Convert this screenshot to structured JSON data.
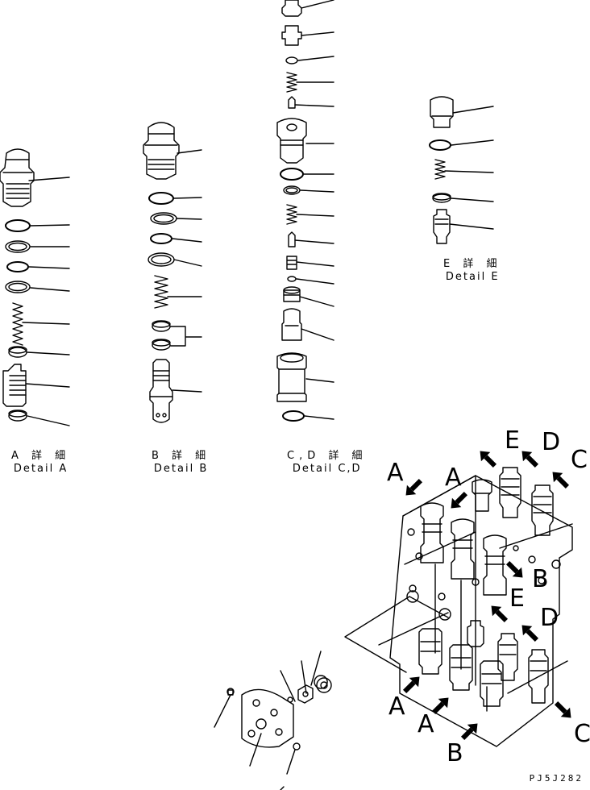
{
  "details": [
    {
      "id": "A",
      "jp": "A 詳 細",
      "en": "Detail A"
    },
    {
      "id": "B",
      "jp": "B 詳 細",
      "en": "Detail B"
    },
    {
      "id": "CD",
      "jp": "C,D 詳 細",
      "en": "Detail C,D"
    },
    {
      "id": "E",
      "jp": "E 詳 細",
      "en": "Detail E"
    }
  ],
  "callouts": [
    "A",
    "A",
    "E",
    "D",
    "C",
    "B",
    "E",
    "D",
    "A",
    "A",
    "B",
    "C"
  ],
  "drawing_code": "PJ5J282",
  "icons": [
    "valve-assembly-drawing",
    "leader-line",
    "direction-arrow"
  ]
}
